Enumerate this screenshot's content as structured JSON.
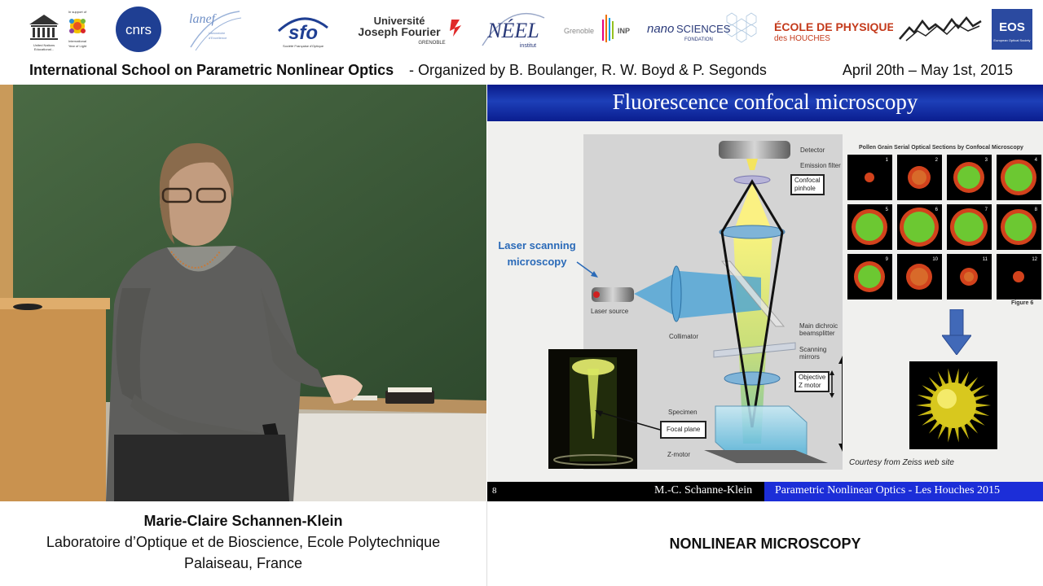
{
  "logos": {
    "unesco": {
      "text": "UNESCO",
      "caption": "United Nations Educational, Scientific and Cultural Organization"
    },
    "iyl": {
      "caption_top": "In support of",
      "caption": "International Year of Light 2015"
    },
    "cnrs": "cnrs",
    "lanef": "lanef",
    "sfo": {
      "text": "sfo",
      "caption": "Société Française d'Optique"
    },
    "ujf": {
      "line1": "Université",
      "line2": "Joseph Fourier",
      "line3": "GRENOBLE"
    },
    "neel": {
      "text": "NÉEL",
      "sub": "institut"
    },
    "ginp": {
      "text": "Grenoble",
      "accent": "INP"
    },
    "nano": {
      "text_italic": "nano",
      "text": "SCIENCES",
      "sub": "FONDATION"
    },
    "houches": {
      "line1": "ÉCOLE DE PHYSIQUE",
      "line2": "des HOUCHES"
    },
    "eos": {
      "text": "EOS",
      "sub": "European Optical Society"
    }
  },
  "headline": {
    "title": "International School on Parametric Nonlinear Optics",
    "organizers": "- Organized by B. Boulanger, R. W. Boyd & P. Segonds",
    "dates": "April 20th – May 1st, 2015"
  },
  "slide": {
    "title": "Fluorescence confocal microscopy",
    "callout": [
      "Laser scanning",
      "microscopy"
    ],
    "labels": {
      "detector": "Detector",
      "emission_filter": "Emission filter",
      "confocal_pinhole": [
        "Confocal",
        "pinhole"
      ],
      "laser_source": "Laser source",
      "collimator": "Collimator",
      "dichroic": [
        "Main dichroic",
        "beamsplitter"
      ],
      "scanning": [
        "Scanning",
        "mirrors"
      ],
      "objective": [
        "Objective",
        "Z motor"
      ],
      "specimen": "Specimen",
      "focal_plane": "Focal plane",
      "zmotor": "Z-motor"
    },
    "pollen_title": "Pollen Grain Serial Optical Sections by Confocal Microscopy",
    "pollen_numbers": [
      "1",
      "2",
      "3",
      "4",
      "5",
      "6",
      "7",
      "8",
      "9",
      "10",
      "11",
      "12"
    ],
    "figure_label": "Figure 6",
    "courtesy": "Courtesy from Zeiss web site",
    "page_number": "8",
    "author": "M.-C. Schanne-Klein",
    "conference": "Parametric Nonlinear Optics - Les Houches 2015"
  },
  "captions": {
    "speaker_name": "Marie-Claire Schannen-Klein",
    "affiliation": "Laboratoire d’Optique et de Bioscience, Ecole Polytechnique",
    "location": "Palaiseau, France",
    "topic": "NONLINEAR MICROSCOPY"
  },
  "colors": {
    "slide_title_bar": "#1d3fb8",
    "footer_accent": "#1c2ed8",
    "callout_blue": "#2a6ab8",
    "chalkboard": "#3e5a3a"
  }
}
